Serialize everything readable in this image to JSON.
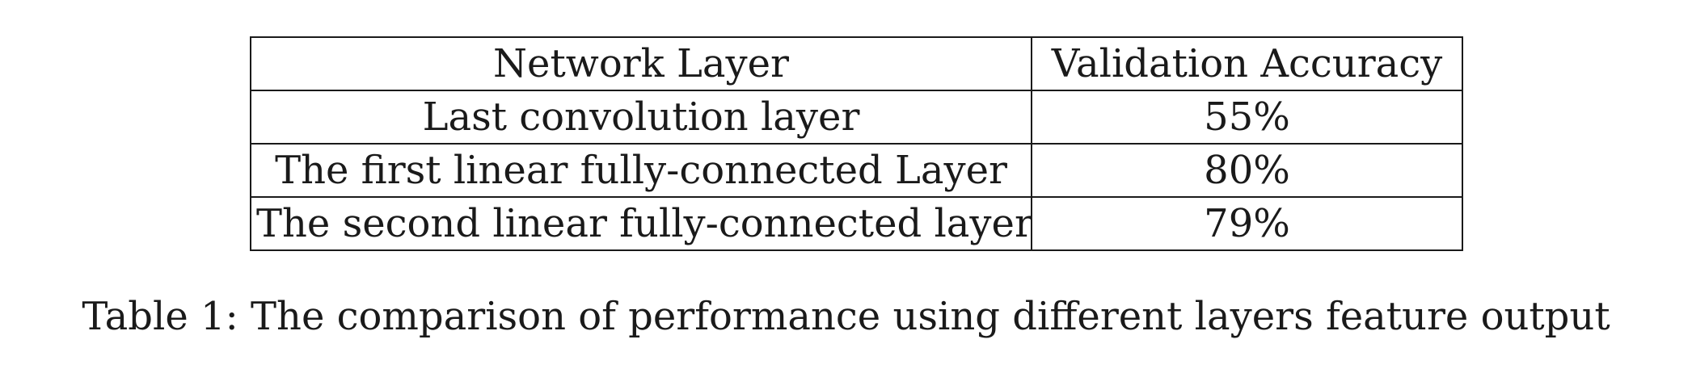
{
  "table": {
    "headers": [
      "Network Layer",
      "Validation Accuracy"
    ],
    "rows": [
      [
        "Last convolution layer",
        "55%"
      ],
      [
        "The first linear fully-connected Layer",
        "80%"
      ],
      [
        "The second linear fully-connected layer",
        "79%"
      ]
    ]
  },
  "caption": "Table 1: The comparison of performance using different layers feature output"
}
